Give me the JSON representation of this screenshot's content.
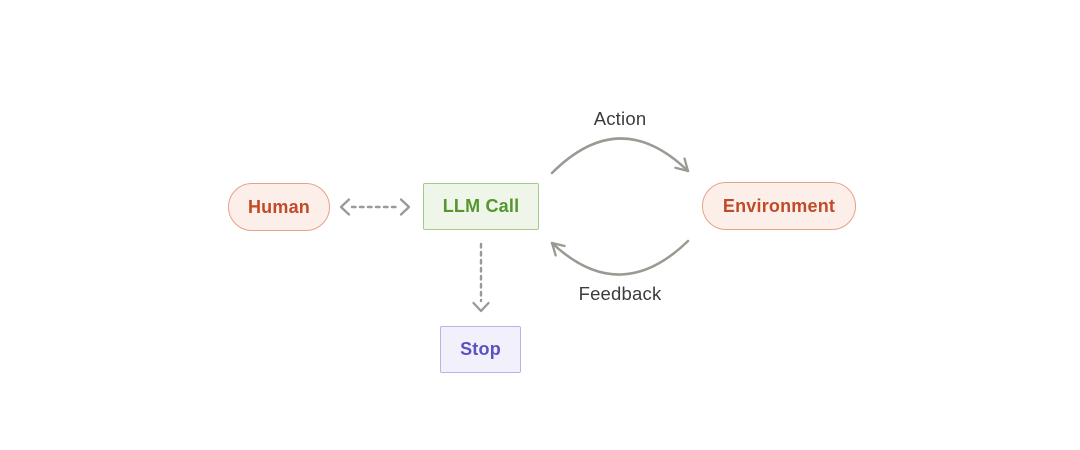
{
  "nodes": {
    "human": {
      "label": "Human",
      "shape": "pill",
      "bg": "#FCEFEA",
      "border": "#E5A288",
      "text_color": "#C14A28"
    },
    "llm_call": {
      "label": "LLM Call",
      "shape": "rect",
      "bg": "#EFF6E9",
      "border": "#A3CA8D",
      "text_color": "#55962E"
    },
    "environment": {
      "label": "Environment",
      "shape": "pill",
      "bg": "#FCEFEA",
      "border": "#E5A288",
      "text_color": "#C14A28"
    },
    "stop": {
      "label": "Stop",
      "shape": "rect",
      "bg": "#F1F0FB",
      "border": "#B9B3E7",
      "text_color": "#5B50C4"
    }
  },
  "edges": {
    "action": {
      "label": "Action",
      "from": "llm_call",
      "to": "environment",
      "style": "solid-curved-arrow"
    },
    "feedback": {
      "label": "Feedback",
      "from": "environment",
      "to": "llm_call",
      "style": "solid-curved-arrow"
    },
    "human_llm": {
      "from": "human",
      "to": "llm_call",
      "style": "dashed-bidirectional-arrow"
    },
    "llm_stop": {
      "from": "llm_call",
      "to": "stop",
      "style": "dashed-arrow"
    }
  },
  "colors": {
    "background": "#FFFFFF",
    "arrow": "#9A9A93",
    "edge_label_text": "#3C3C3C"
  }
}
